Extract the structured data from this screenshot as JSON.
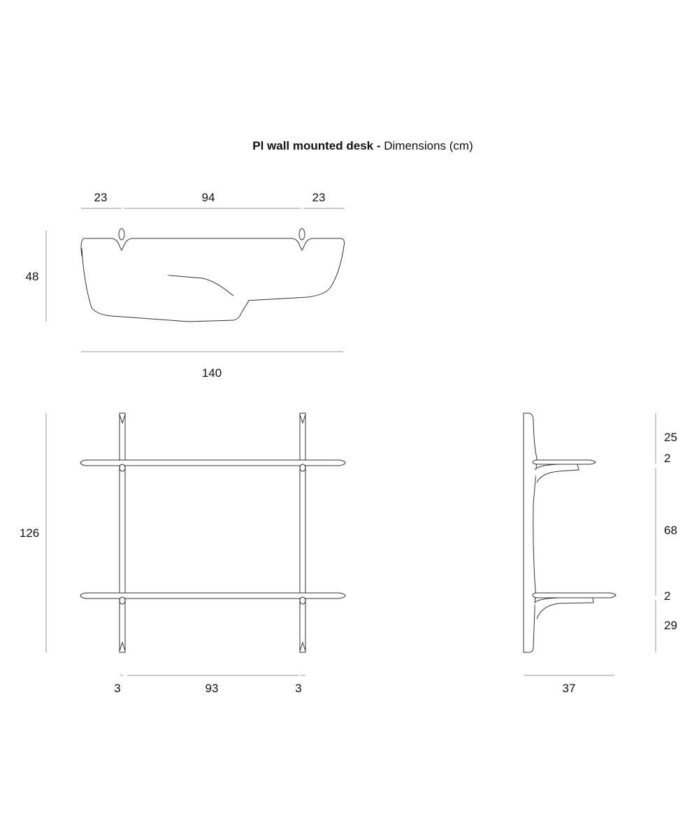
{
  "title": {
    "bold": "Pl wall mounted desk -",
    "normal": " Dimensions (cm)"
  },
  "top_view": {
    "widths": [
      "23",
      "94",
      "23"
    ],
    "depth": "48",
    "total_width": "140"
  },
  "front_view": {
    "height": "126",
    "widths": [
      "3",
      "93",
      "3"
    ]
  },
  "side_view": {
    "heights": [
      "25",
      "2",
      "68",
      "2",
      "29"
    ],
    "depth": "37"
  }
}
